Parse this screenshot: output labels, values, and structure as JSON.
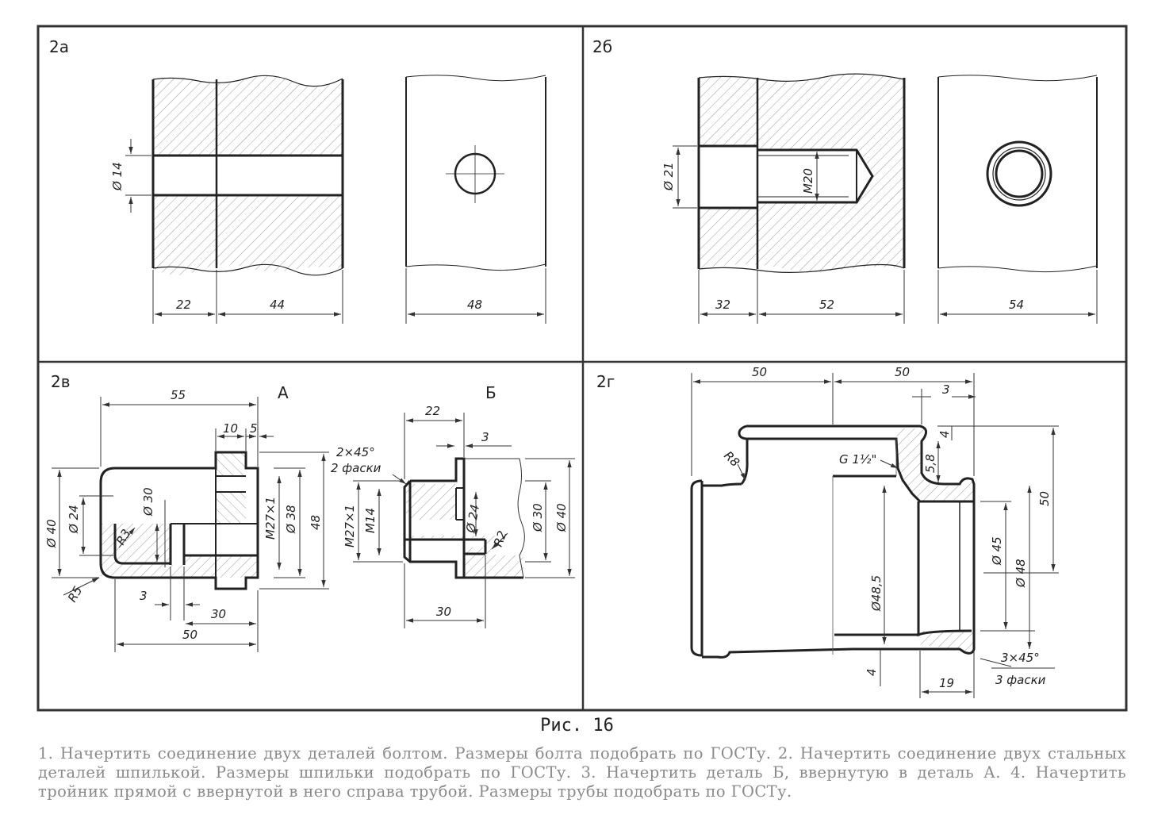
{
  "panels": {
    "a": {
      "label": "2а",
      "dims": {
        "d14": "Ø 14",
        "w22": "22",
        "w44": "44",
        "w48": "48"
      }
    },
    "b": {
      "label": "2б",
      "dims": {
        "d21": "Ø 21",
        "m20": "M20",
        "w32": "32",
        "w52": "52",
        "w54": "54"
      }
    },
    "v": {
      "label": "2в",
      "partA": "А",
      "partB": "Б",
      "dims": {
        "w55": "55",
        "w10": "10",
        "w5": "5",
        "d40": "Ø 40",
        "d24": "Ø 24",
        "d30": "Ø 30",
        "r3": "R3",
        "r5": "R5",
        "m27x1": "M27×1",
        "d38": "Ø 38",
        "h48": "48",
        "w3": "3",
        "w30": "30",
        "w50": "50",
        "b22": "22",
        "b3": "3",
        "chamfer": "2×45°",
        "chamfer_note": "2 фаски",
        "bm27": "M27×1",
        "bm14": "M14",
        "bd24": "Ø 24",
        "bd30": "Ø 30",
        "bd40": "Ø 40",
        "br2": "R2",
        "b30": "30"
      }
    },
    "g": {
      "label": "2г",
      "dims": {
        "w50a": "50",
        "w50b": "50",
        "w3": "3",
        "h4a": "4",
        "thread": "G 1½\"",
        "h58": "5,8",
        "r8": "R8",
        "h50": "50",
        "d485": "Ø48,5",
        "d45": "Ø 45",
        "d48": "Ø 48",
        "h4b": "4",
        "w19": "19",
        "chamfer": "3×45°",
        "chamfer_note": "3 фаски"
      }
    }
  },
  "caption": "Рис. 16",
  "task_text": "1. Начертить соединение двух деталей болтом. Размеры болта подобрать по ГОСТу. 2. Начертить соединение двух стальных деталей шпилькой. Размеры шпильки подобрать по ГОСТу. 3. Начертить деталь Б, ввернутую в деталь А. 4. Начертить тройник прямой с ввернутой в него справа трубой. Размеры трубы подобрать по ГОСТу."
}
